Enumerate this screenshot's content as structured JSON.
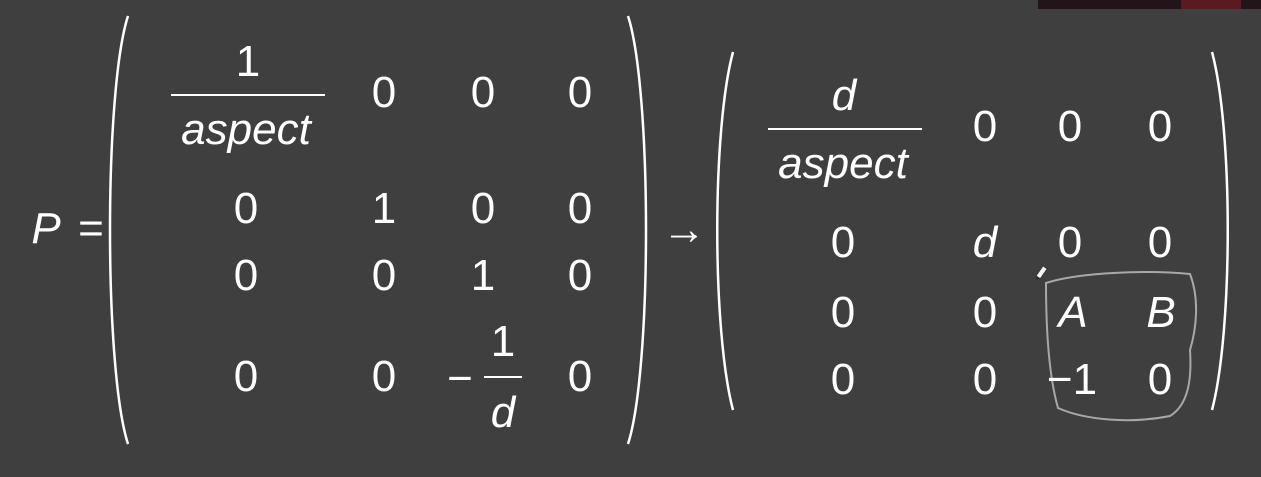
{
  "equation": {
    "lhs": "P",
    "equals": "=",
    "arrow": "→"
  },
  "matrix_left": {
    "r1": {
      "num": "1",
      "den": "aspect",
      "c2": "0",
      "c3": "0",
      "c4": "0"
    },
    "r2": [
      "0",
      "1",
      "0",
      "0"
    ],
    "r3": [
      "0",
      "0",
      "1",
      "0"
    ],
    "r4": {
      "c1": "0",
      "c2": "0",
      "minus": "−",
      "num": "1",
      "den": "d",
      "c4": "0"
    }
  },
  "matrix_right": {
    "r1": {
      "num": "d",
      "den": "aspect",
      "c2": "0",
      "c3": "0",
      "c4": "0"
    },
    "r2": [
      "0",
      "d",
      "0",
      "0"
    ],
    "r3": [
      "0",
      "0",
      "A",
      "B"
    ],
    "r4": [
      "0",
      "0",
      "−1",
      "0"
    ]
  },
  "annotation": {
    "color": "#a8a8a8"
  }
}
